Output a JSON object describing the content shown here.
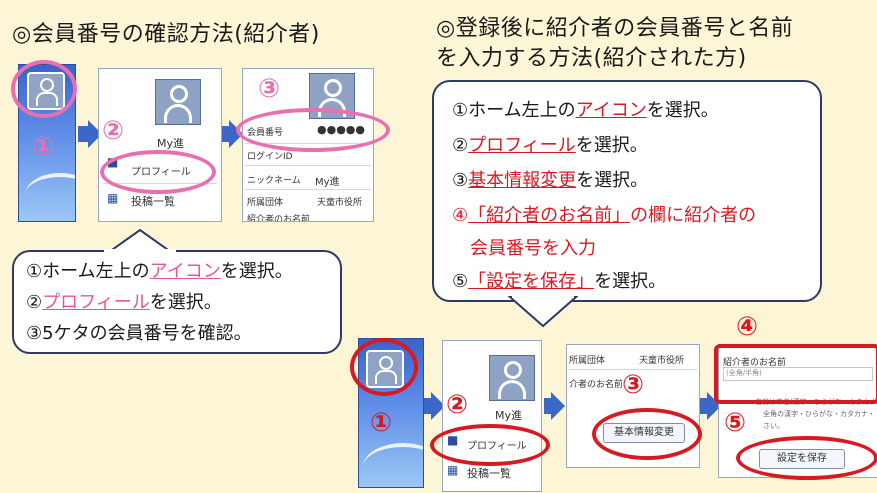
{
  "left_title": "◎会員番号の確認方法(紹介者)",
  "right_title_line1": "◎登録後に紹介者の会員番号と名前",
  "right_title_line2": "を入力する方法(紹介された方)",
  "marker_nums": [
    "①",
    "②",
    "③",
    "④",
    "⑤"
  ],
  "left_screens": {
    "profile_name": "My進",
    "menu_profile": "プロフィール",
    "menu_post_list": "投稿一覧",
    "label_member_no": "会員番号",
    "member_no_masked": "●●●●●",
    "label_login_id": "ログインID",
    "label_nickname": "ニックネーム",
    "nickname_value": "My進",
    "label_org": "所属団体",
    "org_value": "天童市役所",
    "label_truncated": "紹介者のお名前"
  },
  "left_bubble": {
    "l1_pre": "①ホーム左上の",
    "l1_link": "アイコン",
    "l1_post": "を選択。",
    "l2_pre": "②",
    "l2_link": "プロフィール",
    "l2_post": "を選択。",
    "l3": "③5ケタの会員番号を確認。"
  },
  "right_bubble": {
    "l1_pre": "①ホーム左上の",
    "l1_link": "アイコン",
    "l1_post": "を選択。",
    "l2_pre": "②",
    "l2_link": "プロフィール",
    "l2_post": "を選択。",
    "l3_pre": "③",
    "l3_link": "基本情報変更",
    "l3_post": "を選択。",
    "l4_pre": "④",
    "l4_link": "「紹介者のお名前」",
    "l4_post": "の欄に紹介者の",
    "l4_cont": "会員番号を入力",
    "l5_pre": "⑤",
    "l5_link": "「設定を保存」",
    "l5_post": "を選択。"
  },
  "bottom_screens": {
    "profile_name": "My進",
    "menu_profile": "プロフィール",
    "menu_post_list": "投稿一覧",
    "label_org": "所属団体",
    "org_value": "天童市役所",
    "label_referrer_name": "介者のお名前",
    "basic_info_button": "基本情報変更",
    "field_referrer_label": "紹介者のお名前",
    "field_placeholder": "(全角/半角)",
    "note_line1": "名前は本名(漢字・ひらがな・カタカナ・英",
    "note_line2": "全角の漢字・ひらがな・カタカナ・",
    "note_line3": "さい。",
    "save_button": "設定を保存"
  },
  "colors": {
    "background": "#fdf6d6",
    "pink": "#e96fb0",
    "red": "#d71a22",
    "blue": "#3c67c9",
    "bubble_border": "#2f3a6a"
  }
}
